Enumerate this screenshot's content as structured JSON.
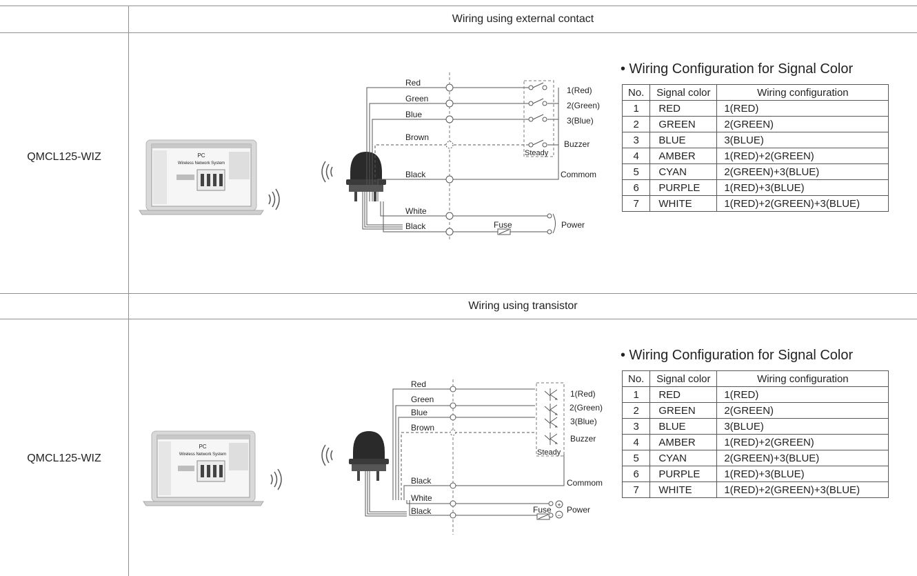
{
  "sections": [
    {
      "header": "Wiring using external contact",
      "model": "QMCL125-WIZ",
      "laptop": {
        "title": "PC",
        "subtitle": "Wireless Network System"
      },
      "wires": [
        "Red",
        "Green",
        "Blue",
        "Brown",
        "Black",
        "White",
        "Black"
      ],
      "terminals": [
        "1(Red)",
        "2(Green)",
        "3(Blue)",
        "Buzzer"
      ],
      "steady": "Steady",
      "common": "Commom",
      "fuse": "Fuse",
      "power": "Power",
      "config_title": "• Wiring Configuration for Signal Color",
      "table": {
        "headers": [
          "No.",
          "Signal color",
          "Wiring configuration"
        ],
        "rows": [
          [
            "1",
            "RED",
            "1(RED)"
          ],
          [
            "2",
            "GREEN",
            "2(GREEN)"
          ],
          [
            "3",
            "BLUE",
            "3(BLUE)"
          ],
          [
            "4",
            "AMBER",
            "1(RED)+2(GREEN)"
          ],
          [
            "5",
            "CYAN",
            "2(GREEN)+3(BLUE)"
          ],
          [
            "6",
            "PURPLE",
            "1(RED)+3(BLUE)"
          ],
          [
            "7",
            "WHITE",
            "1(RED)+2(GREEN)+3(BLUE)"
          ]
        ]
      }
    },
    {
      "header": "Wiring using transistor",
      "model": "QMCL125-WIZ",
      "laptop": {
        "title": "PC",
        "subtitle": "Wireless Network System"
      },
      "wires": [
        "Red",
        "Green",
        "Blue",
        "Brown",
        "Black",
        "White",
        "Black"
      ],
      "terminals": [
        "1(Red)",
        "2(Green)",
        "3(Blue)",
        "Buzzer"
      ],
      "steady": "Steady",
      "common": "Commom",
      "fuse": "Fuse",
      "power": "Power",
      "config_title": "• Wiring Configuration for Signal Color",
      "table": {
        "headers": [
          "No.",
          "Signal color",
          "Wiring configuration"
        ],
        "rows": [
          [
            "1",
            "RED",
            "1(RED)"
          ],
          [
            "2",
            "GREEN",
            "2(GREEN)"
          ],
          [
            "3",
            "BLUE",
            "3(BLUE)"
          ],
          [
            "4",
            "AMBER",
            "1(RED)+2(GREEN)"
          ],
          [
            "5",
            "CYAN",
            "2(GREEN)+3(BLUE)"
          ],
          [
            "6",
            "PURPLE",
            "1(RED)+3(BLUE)"
          ],
          [
            "7",
            "WHITE",
            "1(RED)+2(GREEN)+3(BLUE)"
          ]
        ]
      }
    }
  ]
}
